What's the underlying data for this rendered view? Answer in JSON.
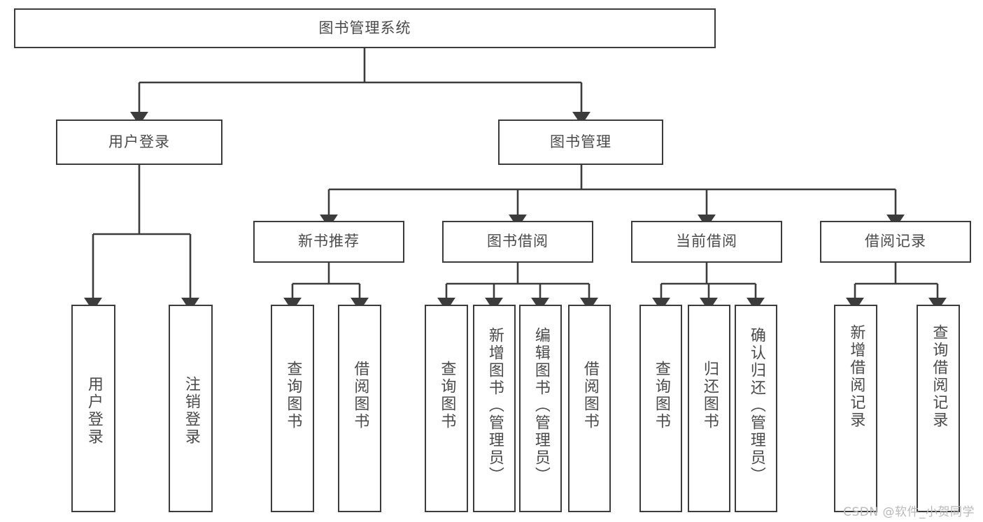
{
  "diagram": {
    "title": "图书管理系统",
    "type": "tree",
    "orientation": "top-down",
    "line_color": "#3c3c3c",
    "box_fill": "#ffffff",
    "text_color": "#4a4a4a",
    "root": {
      "id": "root",
      "label": "图书管理系统"
    },
    "level2": [
      {
        "id": "user-login",
        "label": "用户登录"
      },
      {
        "id": "book-manage",
        "label": "图书管理"
      }
    ],
    "level3": [
      {
        "id": "new-book-rec",
        "label": "新书推荐",
        "parent": "book-manage"
      },
      {
        "id": "book-borrow",
        "label": "图书借阅",
        "parent": "book-manage"
      },
      {
        "id": "current-borrow",
        "label": "当前借阅",
        "parent": "book-manage"
      },
      {
        "id": "borrow-record",
        "label": "借阅记录",
        "parent": "book-manage"
      }
    ],
    "leaves": {
      "user-login": [
        {
          "id": "leaf-user-login",
          "label": "用户登录"
        },
        {
          "id": "leaf-user-logout",
          "label": "注销登录"
        }
      ],
      "new-book-rec": [
        {
          "id": "leaf-query-book-1",
          "label": "查询图书"
        },
        {
          "id": "leaf-borrow-book-1",
          "label": "借阅图书"
        }
      ],
      "book-borrow": [
        {
          "id": "leaf-query-book-2",
          "label": "查询图书"
        },
        {
          "id": "leaf-add-book",
          "label": "新增图书（管理员）"
        },
        {
          "id": "leaf-edit-book",
          "label": "编辑图书（管理员）"
        },
        {
          "id": "leaf-borrow-book-2",
          "label": "借阅图书"
        }
      ],
      "current-borrow": [
        {
          "id": "leaf-query-book-3",
          "label": "查询图书"
        },
        {
          "id": "leaf-return-book",
          "label": "归还图书"
        },
        {
          "id": "leaf-confirm-return",
          "label": "确认归还（管理员）"
        }
      ],
      "borrow-record": [
        {
          "id": "leaf-add-record",
          "label": "新增借阅记录"
        },
        {
          "id": "leaf-query-record",
          "label": "查询借阅记录"
        }
      ]
    }
  },
  "watermark": {
    "text": "CSDN @软件_小贺同学"
  }
}
